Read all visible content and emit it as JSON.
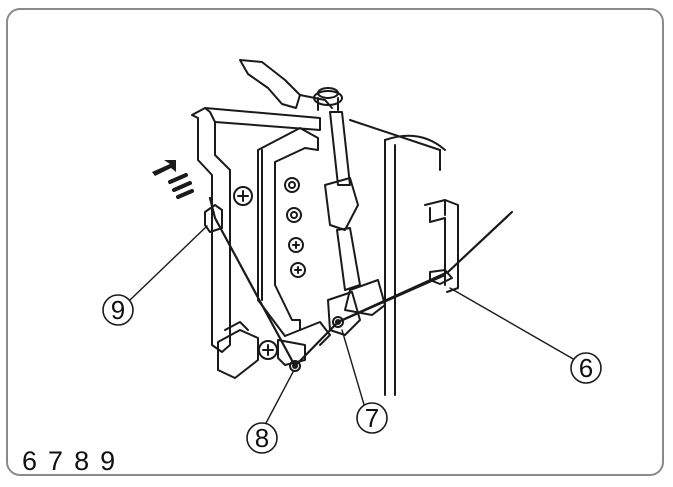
{
  "callouts": {
    "c6": "6",
    "c7": "7",
    "c8": "8",
    "c9": "9"
  },
  "sequence": [
    "6",
    "7",
    "8",
    "9"
  ],
  "colors": {
    "line": "#1a1a1a",
    "frame": "#8a8a8a"
  }
}
